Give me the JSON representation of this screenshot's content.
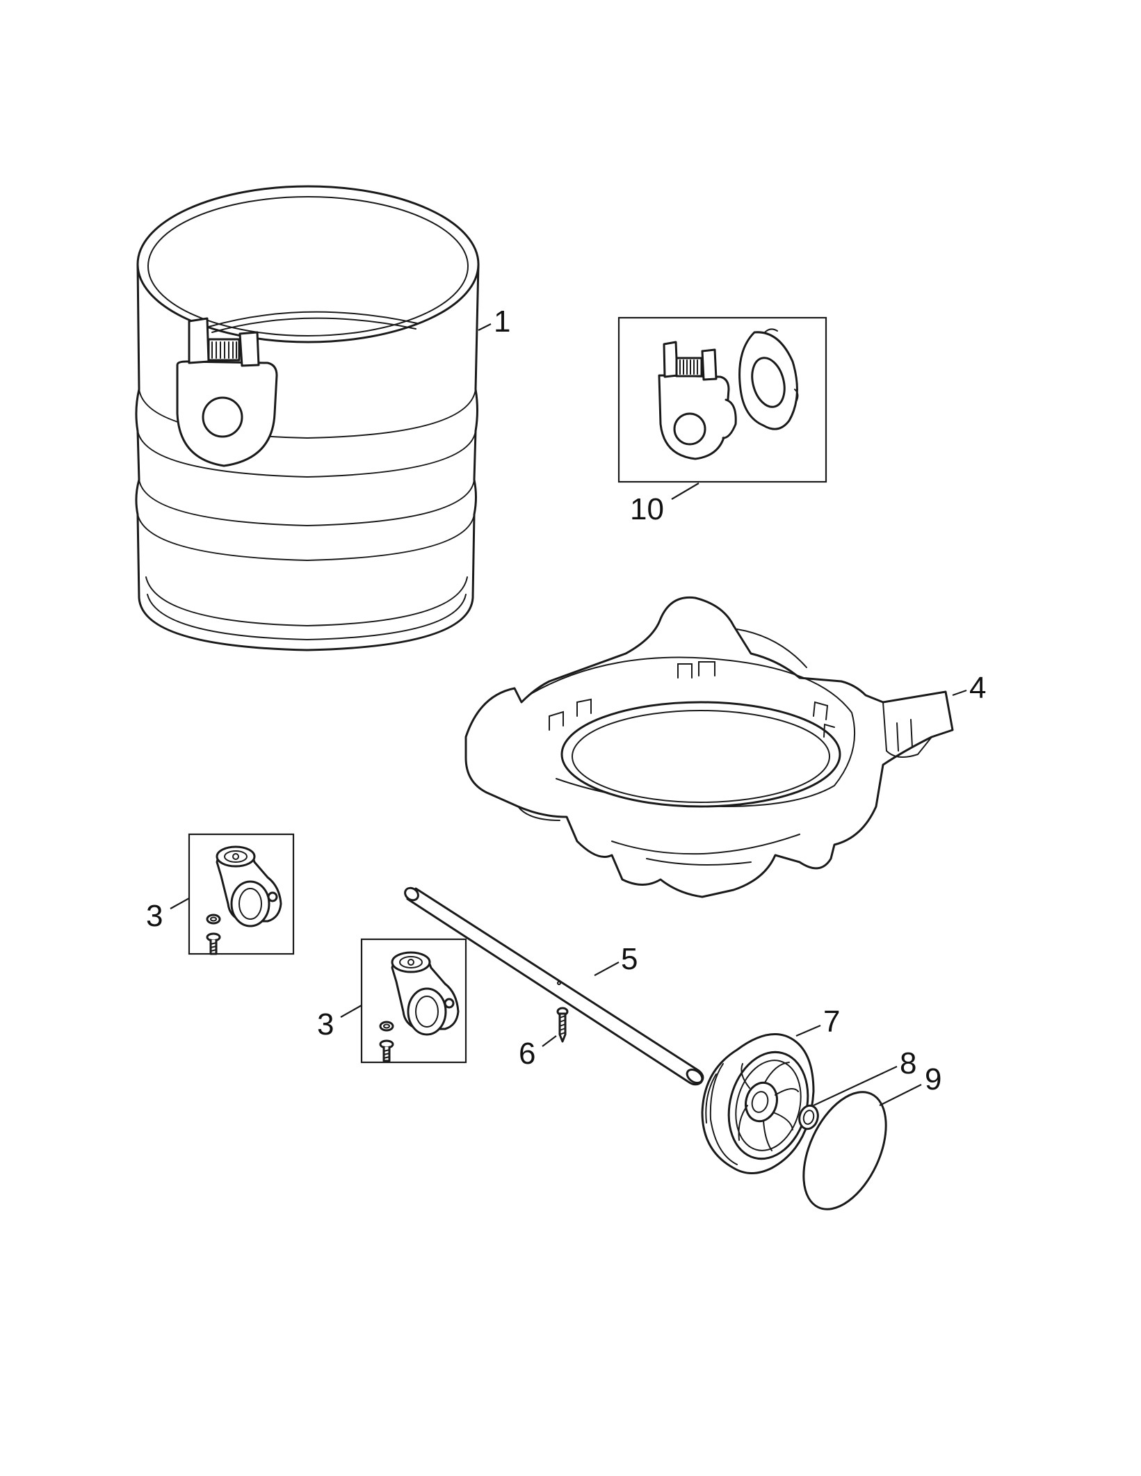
{
  "callouts": {
    "c1": "1",
    "c10": "10",
    "c4": "4",
    "c3a": "3",
    "c3b": "3",
    "c5": "5",
    "c6": "6",
    "c7": "7",
    "c8": "8",
    "c9": "9"
  },
  "colors": {
    "line": "#1a1a1a",
    "background": "#ffffff"
  }
}
